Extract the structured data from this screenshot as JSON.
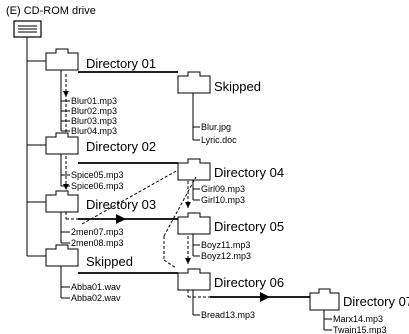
{
  "drive": {
    "label": "(E) CD-ROM drive",
    "icon": "cd-rom-drive-icon"
  },
  "folders": {
    "directory_01": {
      "name": "Directory 01",
      "files": [
        "Blur01.mp3",
        "Blur02.mp3",
        "Blur03.mp3",
        "Blur04.mp3"
      ]
    },
    "skipped_a": {
      "name": "Skipped",
      "files": [
        "Blur.jpg",
        "Lyric.doc"
      ]
    },
    "directory_02": {
      "name": "Directory 02",
      "files": [
        "Spice05.mp3",
        "Spice06.mp3"
      ]
    },
    "directory_04": {
      "name": "Directory 04",
      "files": [
        "Girl09.mp3",
        "Girl10.mp3"
      ]
    },
    "directory_03": {
      "name": "Directory 03",
      "files": [
        "2men07.mp3",
        "2men08.mp3"
      ]
    },
    "directory_05": {
      "name": "Directory 05",
      "files": [
        "Boyz11.mp3",
        "Boyz12.mp3"
      ]
    },
    "skipped_b": {
      "name": "Skipped",
      "files": [
        "Abba01.wav",
        "Abba02.wav"
      ]
    },
    "directory_06": {
      "name": "Directory 06",
      "files": [
        "Bread13.mp3"
      ]
    },
    "directory_07": {
      "name": "Directory 07",
      "files": [
        "Marx14.mp3",
        "Twain15.mp3"
      ]
    }
  }
}
